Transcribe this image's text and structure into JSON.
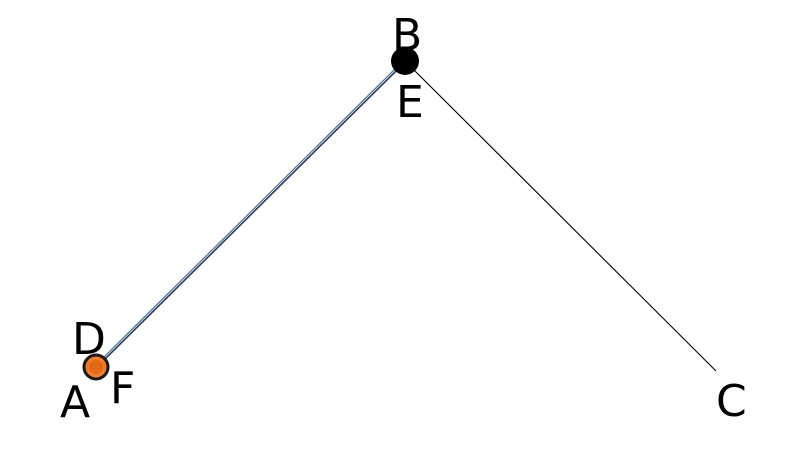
{
  "diagram": {
    "labels": {
      "a": "A",
      "b": "B",
      "c": "C",
      "d": "D",
      "e": "E",
      "f": "F"
    },
    "colors": {
      "line_ab": "#4a6b9a",
      "line_ab_shadow": "#2b3b52",
      "line_bc": "#000000",
      "point_b_fill": "#000000",
      "point_a_fill": "#f07b2a",
      "point_a_stroke": "#1a1a1a",
      "point_a_inner": "#e06a18"
    }
  }
}
